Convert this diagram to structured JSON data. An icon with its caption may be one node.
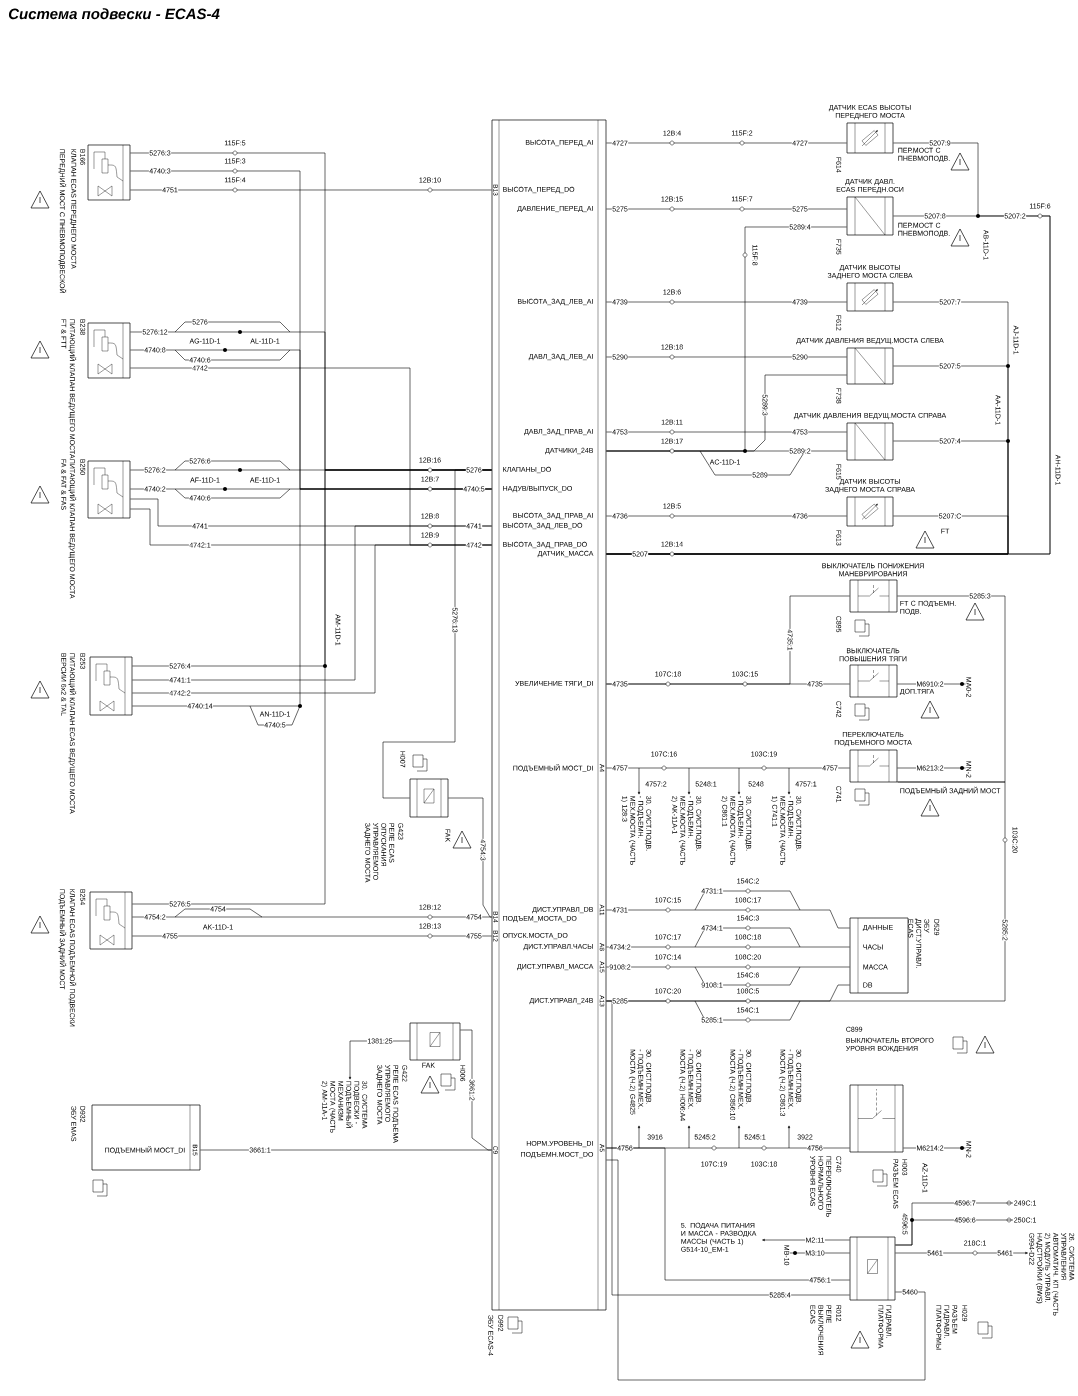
{
  "diagram": {
    "title": "Система подвески - ECAS-4",
    "nodes": [
      {
        "text": [
          "D992",
          "ЭБУ ECAS-4"
        ]
      },
      {
        "text": [
          "B166",
          "КЛАПАН ECAS ПЕРЕДНЕГО МОСТА"
        ],
        "beside": [
          "ПЕРЕДНИЙ МОСТ С ПНЕВМОПОДВЕСКОЙ"
        ]
      },
      {
        "text": [
          "B238",
          "ПИТАЮЩИЙ КЛАПАН ВЕДУЩЕГО МОСТА"
        ],
        "beside": [
          "FT & FTT"
        ]
      },
      {
        "text": [
          "B250",
          "ПИТАЮЩИЙ КЛАПАН ВЕДУЩЕГО МОСТА"
        ],
        "beside": [
          "FA & FAT & FAS"
        ]
      },
      {
        "text": [
          "B253",
          "ПИТАЮЩИЙ КЛАПАН ECAS ВЕДУЩЕГО МОСТА"
        ],
        "beside": [
          "ВЕРСИИ 6x2 & TAL"
        ]
      },
      {
        "text": [
          "B254",
          "КЛАПАН ECAS ПОДЪЕМНОЙ ПОДВЕСКИ"
        ],
        "beside": [
          "ПОДЪЕМНЫЙ ЗАДНИЙ МОСТ"
        ]
      },
      {
        "text": [
          "G423",
          "РЕЛЕ ECAS ОПУСКАНИЯ УПРАВЛЯЕМОГО ЗАДНЕГО МОСТА"
        ],
        "beside": [
          "H007",
          "FAK"
        ]
      },
      {
        "text": [
          "G422",
          "РЕЛЕ ECAS ПОДЪЕМА УПРАВЛЯЕМОГО ЗАДНЕГО МОСТА"
        ],
        "beside": [
          "H006",
          "FAK"
        ]
      },
      {
        "text": [
          "D932",
          "ЭБУ EMAS",
          "ПОДЪЕМНЫЙ МОСТ_DI"
        ]
      },
      {
        "text": [
          "ДАТЧИК ECAS ВЫСОТЫ ПЕРЕДНЕГО МОСТА",
          "F614"
        ],
        "beside": [
          "ПЕР.МОСТ С ПНЕВМОПОДВ."
        ]
      },
      {
        "text": [
          "ДАТЧИК ДАВЛ. ECAS ПЕРЕДН.ОСИ",
          "F735"
        ],
        "beside": [
          "ПЕР.МОСТ С ПНЕВМОПОДВ."
        ]
      },
      {
        "text": [
          "ДАТЧИК ВЫСОТЫ ЗАДНЕГО МОСТА СЛЕВА",
          "F612"
        ]
      },
      {
        "text": [
          "ДАТЧИК ДАВЛЕНИЯ ВЕДУЩ.МОСТА СЛЕВА",
          "F738"
        ]
      },
      {
        "text": [
          "ДАТЧИК ДАВЛЕНИЯ ВЕДУЩ.МОСТА СПРАВА",
          "F615"
        ]
      },
      {
        "text": [
          "ДАТЧИК ВЫСОТЫ ЗАДНЕГО МОСТА СПРАВА",
          "F613"
        ],
        "beside": [
          "FT"
        ]
      },
      {
        "text": [
          "ВЫКЛЮЧАТЕЛЬ ПОНИЖЕНИЯ МАНЕВРИРОВАНИЯ",
          "C895"
        ],
        "beside": [
          "FT С ПОДЪЕМН. ПОДВ."
        ]
      },
      {
        "text": [
          "ВЫКЛЮЧАТЕЛЬ ПОВЫШЕНИЯ ТЯГИ",
          "C742"
        ],
        "beside": [
          "ДОП.ТЯГА"
        ]
      },
      {
        "text": [
          "ПЕРЕКЛЮЧАТЕЛЬ ПОДЪЕМНОГО МОСТА",
          "C741"
        ],
        "beside": [
          "ПОДЪЕМНЫЙ ЗАДНИЙ МОСТ"
        ]
      },
      {
        "text": [
          "D529",
          "ЭБУ ДИСТ.УПРАВЛ. ECAS",
          "ДАННЫЕ",
          "ЧАСЫ",
          "МАССА",
          "DB"
        ]
      },
      {
        "text": [
          "C740",
          "ПЕРЕКЛЮЧАТЕЛЬ НОРМАЛЬНОГО УРОВНЯ ECAS"
        ],
        "beside": [
          "C899",
          "ВЫКЛЮЧАТЕЛЬ ВТОРОГО УРОВНЯ ВОЖДЕНИЯ",
          "H003",
          "РАЗЪЕМ ECAS"
        ]
      },
      {
        "text": [
          "R012",
          "РЕЛЕ ВЫКЛЮЧЕНИЯ ECAS"
        ],
        "beside": [
          "H029",
          "РАЗЪЕМ ГИДРАВЛ. ПЛАТФОРМЫ",
          "ГИДРАВЛ. ПЛАТФОРМА"
        ]
      },
      {
        "text": [
          "MA0-2"
        ]
      },
      {
        "text": [
          "MN-2"
        ]
      },
      {
        "text": [
          "MN-2"
        ]
      },
      {
        "text": [
          "MB-10"
        ]
      },
      {
        "text": [
          "5. ПОДАЧА ПИТАНИЯ И МАССА - РАЗВОДКА МАССЫ (ЧАСТЬ 1) G514-10_EM-1"
        ]
      },
      {
        "text": [
          "26. СИСТЕМА УПРАВЛЕНИЯ АВТОМАТИЧ. КП (ЧАСТЬ 2) МОДУЛЬ УПРАВЛ. НАДСТРОЙКИ (BWS) G994-D22"
        ]
      },
      {
        "text": [
          "30. СИСТ.ПОДВ. - ПОДЪЕМН. МЕХ.МОСТА (ЧАСТЬ 1) 128:3"
        ]
      },
      {
        "text": [
          "30. СИСТ.ПОДВ. - ПОДЪЕМН. МЕХ.МОСТА (ЧАСТЬ 2) AK-11A-1"
        ]
      },
      {
        "text": [
          "30. СИСТ.ПОДВ. - ПОДЪЕМН. МЕХ.МОСТА (ЧАСТЬ 2) C861:1"
        ]
      },
      {
        "text": [
          "30. СИСТ.ПОДВ. - ПОДЪЕМН. МЕХ.МОСТА (ЧАСТЬ 1) C741:1"
        ]
      },
      {
        "text": [
          "30. СИСТЕМА ПОДВЕСКИ - ПОДЪЕМНЫЙ МЕХАНИЗМ МОСТА (ЧАСТЬ 2) AM-11A-1"
        ]
      },
      {
        "text": [
          "30. СИСТ.ПОДВ. - ПОДЪЕМН.МЕХ. МОСТА (Ч.2) G4825"
        ]
      },
      {
        "text": [
          "30. СИСТ.ПОДВ. - ПОДЪЕМН.МЕХ. МОСТА (Ч.2) H006:A4"
        ]
      },
      {
        "text": [
          "30. СИСТ.ПОДВ. - ПОДЪЕМН.МЕХ. МОСТА (Ч.2) C856:10"
        ]
      },
      {
        "text": [
          "30. СИСТ.ПОДВ. - ПОДЪЕМН.МЕХ. МОСТА (Ч.2) C861:3"
        ]
      },
      {
        "text": [
          "249C:1"
        ]
      },
      {
        "text": [
          "250C:1"
        ]
      }
    ],
    "edges": [
      {
        "from": 1,
        "to": 0,
        "arrow": "none",
        "label": "4751"
      },
      {
        "from": 1,
        "to": 0,
        "arrow": "none",
        "label": "5276:3"
      },
      {
        "from": 1,
        "to": 0,
        "arrow": "none",
        "label": "4740:3"
      },
      {
        "from": 2,
        "to": 0,
        "arrow": "none",
        "label": "5276:12"
      },
      {
        "from": 2,
        "to": 0,
        "arrow": "none",
        "label": "4740:8"
      },
      {
        "from": 2,
        "to": 0,
        "arrow": "none",
        "label": "4742"
      },
      {
        "from": 3,
        "to": 0,
        "arrow": "none",
        "label": "5276:2"
      },
      {
        "from": 3,
        "to": 0,
        "arrow": "none",
        "label": "4740:2"
      },
      {
        "from": 3,
        "to": 0,
        "arrow": "none",
        "label": "4741"
      },
      {
        "from": 3,
        "to": 0,
        "arrow": "none",
        "label": "4742:1"
      },
      {
        "from": 4,
        "to": 0,
        "arrow": "none",
        "label": "5276:4"
      },
      {
        "from": 4,
        "to": 0,
        "arrow": "none",
        "label": "4741:1"
      },
      {
        "from": 4,
        "to": 0,
        "arrow": "none",
        "label": "4742:2"
      },
      {
        "from": 4,
        "to": 0,
        "arrow": "none",
        "label": "4740:14"
      },
      {
        "from": 5,
        "to": 0,
        "arrow": "none",
        "label": "5276:5"
      },
      {
        "from": 5,
        "to": 0,
        "arrow": "none",
        "label": "4754:2"
      },
      {
        "from": 5,
        "to": 0,
        "arrow": "none",
        "label": "4755"
      },
      {
        "from": 6,
        "to": 0,
        "arrow": "none",
        "label": "5276:13"
      },
      {
        "from": 6,
        "to": 0,
        "arrow": "none",
        "label": "4754:3"
      },
      {
        "from": 7,
        "to": 0,
        "arrow": "none",
        "label": "3661:2"
      },
      {
        "from": 8,
        "to": 0,
        "arrow": "none",
        "label": "3661:1"
      },
      {
        "from": 0,
        "to": 9,
        "arrow": "none",
        "label": "4727"
      },
      {
        "from": 9,
        "to": 0,
        "arrow": "none",
        "label": "5207:9"
      },
      {
        "from": 0,
        "to": 10,
        "arrow": "none",
        "label": "5275"
      },
      {
        "from": 10,
        "to": 0,
        "arrow": "none",
        "label": "5289:4"
      },
      {
        "from": 10,
        "to": 0,
        "arrow": "none",
        "label": "5207:8"
      },
      {
        "from": 0,
        "to": 11,
        "arrow": "none",
        "label": "4739"
      },
      {
        "from": 11,
        "to": 0,
        "arrow": "none",
        "label": "5207:7"
      },
      {
        "from": 0,
        "to": 12,
        "arrow": "none",
        "label": "5290"
      },
      {
        "from": 12,
        "to": 0,
        "arrow": "none",
        "label": "5289:3"
      },
      {
        "from": 12,
        "to": 0,
        "arrow": "none",
        "label": "5207:5"
      },
      {
        "from": 0,
        "to": 13,
        "arrow": "none",
        "label": "4753"
      },
      {
        "from": 13,
        "to": 0,
        "arrow": "none",
        "label": "5289:2"
      },
      {
        "from": 13,
        "to": 0,
        "arrow": "none",
        "label": "5207:4"
      },
      {
        "from": 0,
        "to": 14,
        "arrow": "none",
        "label": "4736"
      },
      {
        "from": 14,
        "to": 0,
        "arrow": "none",
        "label": "5207:C"
      },
      {
        "from": 15,
        "to": 0,
        "arrow": "none",
        "label": "4735:1"
      },
      {
        "from": 15,
        "to": 17,
        "arrow": "none",
        "label": "5285:3"
      },
      {
        "from": 17,
        "to": 0,
        "arrow": "none",
        "label": "5285:2"
      },
      {
        "from": 0,
        "to": 16,
        "arrow": "none",
        "label": "4735"
      },
      {
        "from": 16,
        "to": 21,
        "arrow": "none",
        "label": "M6910:2"
      },
      {
        "from": 0,
        "to": 17,
        "arrow": "none",
        "label": "4757"
      },
      {
        "from": 17,
        "to": 22,
        "arrow": "none",
        "label": "M6213:2"
      },
      {
        "from": 0,
        "to": 18,
        "arrow": "none",
        "label": "4731"
      },
      {
        "from": 0,
        "to": 18,
        "arrow": "none",
        "label": "4734:2"
      },
      {
        "from": 0,
        "to": 18,
        "arrow": "none",
        "label": "9108:2"
      },
      {
        "from": 0,
        "to": 18,
        "arrow": "none",
        "label": "5285"
      },
      {
        "from": 0,
        "to": 19,
        "arrow": "none",
        "label": "4756"
      },
      {
        "from": 19,
        "to": 23,
        "arrow": "none",
        "label": "M6214:2"
      },
      {
        "from": 20,
        "to": 0,
        "arrow": "none",
        "label": "4756:1"
      },
      {
        "from": 20,
        "to": 0,
        "arrow": "none",
        "label": "5285:4"
      },
      {
        "from": 20,
        "to": 0,
        "arrow": "none",
        "label": "5460"
      },
      {
        "from": 20,
        "to": 24,
        "arrow": "none",
        "label": "M3:10"
      },
      {
        "from": 20,
        "to": 25,
        "arrow": "to",
        "label": "M2:11"
      },
      {
        "from": 20,
        "to": 26,
        "arrow": "to",
        "label": "5461"
      },
      {
        "from": 20,
        "to": 36,
        "arrow": "none",
        "label": "4596:7"
      },
      {
        "from": 20,
        "to": 37,
        "arrow": "none",
        "label": "4596:6"
      },
      {
        "from": null,
        "to": 27,
        "arrow": "to",
        "label": "4757:2"
      },
      {
        "from": null,
        "to": 28,
        "arrow": "to",
        "label": "5248:1"
      },
      {
        "from": null,
        "to": 29,
        "arrow": "to",
        "label": "5248"
      },
      {
        "from": null,
        "to": 30,
        "arrow": "to",
        "label": "4757:1"
      },
      {
        "from": 7,
        "to": 31,
        "arrow": "to",
        "label": "1381:25"
      },
      {
        "from": null,
        "to": 32,
        "arrow": "to",
        "label": "3916"
      },
      {
        "from": null,
        "to": 33,
        "arrow": "to",
        "label": "5245:2"
      },
      {
        "from": null,
        "to": 34,
        "arrow": "to",
        "label": "5245:1"
      },
      {
        "from": null,
        "to": 35,
        "arrow": "to",
        "label": "3922"
      }
    ],
    "labels": [
      "115F:5",
      "115F:3",
      "115F:4",
      "12B:10",
      "12B:16",
      "12B:7",
      "12B:8",
      "12B:9",
      "12B:12",
      "12B:13",
      "12B:4",
      "115F:2",
      "12B:15",
      "115F:7",
      "115F:8",
      "115F:6",
      "12B:6",
      "12B:18",
      "12B:11",
      "12B:17",
      "12B:5",
      "12B:14",
      "107C:18",
      "103C:15",
      "107C:16",
      "103C:19",
      "103C:20",
      "107C:15",
      "154C:2",
      "108C:17",
      "107C:17",
      "154C:3",
      "108C:18",
      "107C:14",
      "108C:20",
      "154C:6",
      "107C:20",
      "108C:5",
      "154C:1",
      "107C:19",
      "103C:18",
      "218C:1",
      "AG-11D-1",
      "AL-11D-1",
      "AF-11D-1",
      "AE-11D-1",
      "AM-11D-1",
      "AN-11D-1",
      "AK-11D-1",
      "AB-11D-1",
      "AC-11D-1",
      "AJ-11D-1",
      "AA-11D-1",
      "AH-11D-1",
      "AZ-11D-1",
      "5276",
      "4740:6",
      "5276:6",
      "4740:6",
      "4754",
      "4740:5",
      "5289",
      "5207",
      "4731:1",
      "4734:1",
      "9108:1",
      "5285:1",
      "ВЫСОТА_ПЕРЕД_AI",
      "ВЫСОТА_ПЕРЕД_DO",
      "ДАВЛЕНИЕ_ПЕРЕД_AI",
      "ВЫСОТА_ЗАД_ЛЕВ_AI",
      "ДАВЛ_ЗАД_ЛЕВ_AI",
      "ДАВЛ_ЗАД_ПРАВ_AI",
      "ДАТЧИКИ_24В",
      "КЛАПАНЫ_DO",
      "НАДУВ/ВЫПУСК_DO",
      "ВЫСОТА_ЗАД_ПРАВ_AI",
      "ВЫСОТА_ЗАД_ЛЕВ_DO",
      "ВЫСОТА_ЗАД_ПРАВ_DO",
      "ДАТЧИК_МАССА",
      "УВЕЛИЧЕНИЕ ТЯГИ_DI",
      "ПОДЪЕМНЫЙ МОСТ_DI",
      "ДИСТ.УПРАВЛ_DB",
      "ПОДЪЕМ_МОСТА_DO",
      "ОПУСК.МОСТА_DO",
      "ДИСТ.УПРАВЛ.ЧАСЫ",
      "ДИСТ.УПРАВЛ_МАССА",
      "ДИСТ.УПРАВЛ_24В",
      "НОРМ.УРОВЕНЬ_DI",
      "ПОДЪЕМН.МОСТ_DO",
      "B13",
      "B14",
      "B12",
      "C9",
      "A5",
      "A4",
      "A11",
      "A8",
      "A15",
      "A13",
      "B15",
      "5276",
      "4740:5",
      "4741",
      "4742",
      "4754",
      "4755",
      "4727",
      "5275",
      "4739",
      "5290",
      "4753",
      "4736",
      "4735",
      "4757",
      "4756",
      "5461",
      "5207:2",
      "4596:5"
    ]
  }
}
